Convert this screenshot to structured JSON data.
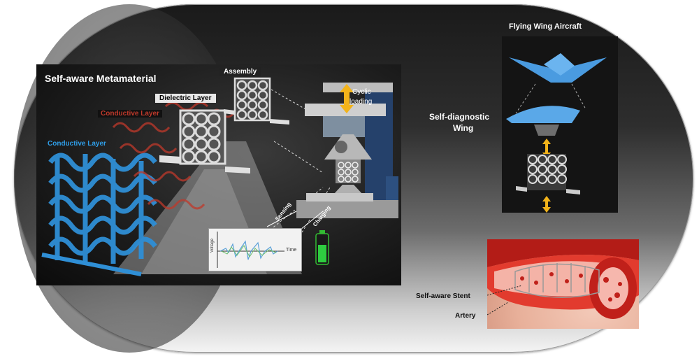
{
  "labels": {
    "main_title": "Self-aware Metamaterial",
    "assembly": "Assembly",
    "dielectric_layer": "Dielectric Layer",
    "conductive_layer_red": "Conductive Layer",
    "conductive_layer_blue": "Conductive Layer",
    "cyclic_loading_1": "Cyclic",
    "cyclic_loading_2": "loading",
    "sensing": "Sensing",
    "charging": "Charging",
    "voltage_axis": "Voltage",
    "time_axis": "Time",
    "flying_wing_title": "Flying Wing Aircraft",
    "self_diag_1": "Self-diagnostic",
    "self_diag_2": "Wing",
    "stent": "Self-aware Stent",
    "artery": "Artery"
  },
  "colors": {
    "blue_layer": "#2f8fd6",
    "red_layer": "#c0392b",
    "arrow_yellow": "#f2b31a",
    "machine_blue": "#25416b",
    "artery_red": "#c0201a"
  }
}
